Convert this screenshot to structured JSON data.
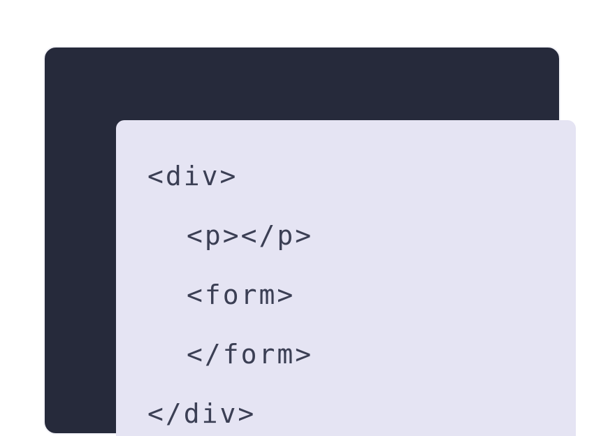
{
  "window": {
    "frame_color": "#262a3b",
    "panel_color": "#e5e4f3",
    "text_color": "#3b3f54"
  },
  "code": {
    "language": "html",
    "lines": [
      {
        "text": "<div>",
        "indent": 0
      },
      {
        "text": "<p></p>",
        "indent": 1
      },
      {
        "text": "<form>",
        "indent": 1
      },
      {
        "text": "</form>",
        "indent": 1
      },
      {
        "text": "</div>",
        "indent": 0
      }
    ]
  }
}
